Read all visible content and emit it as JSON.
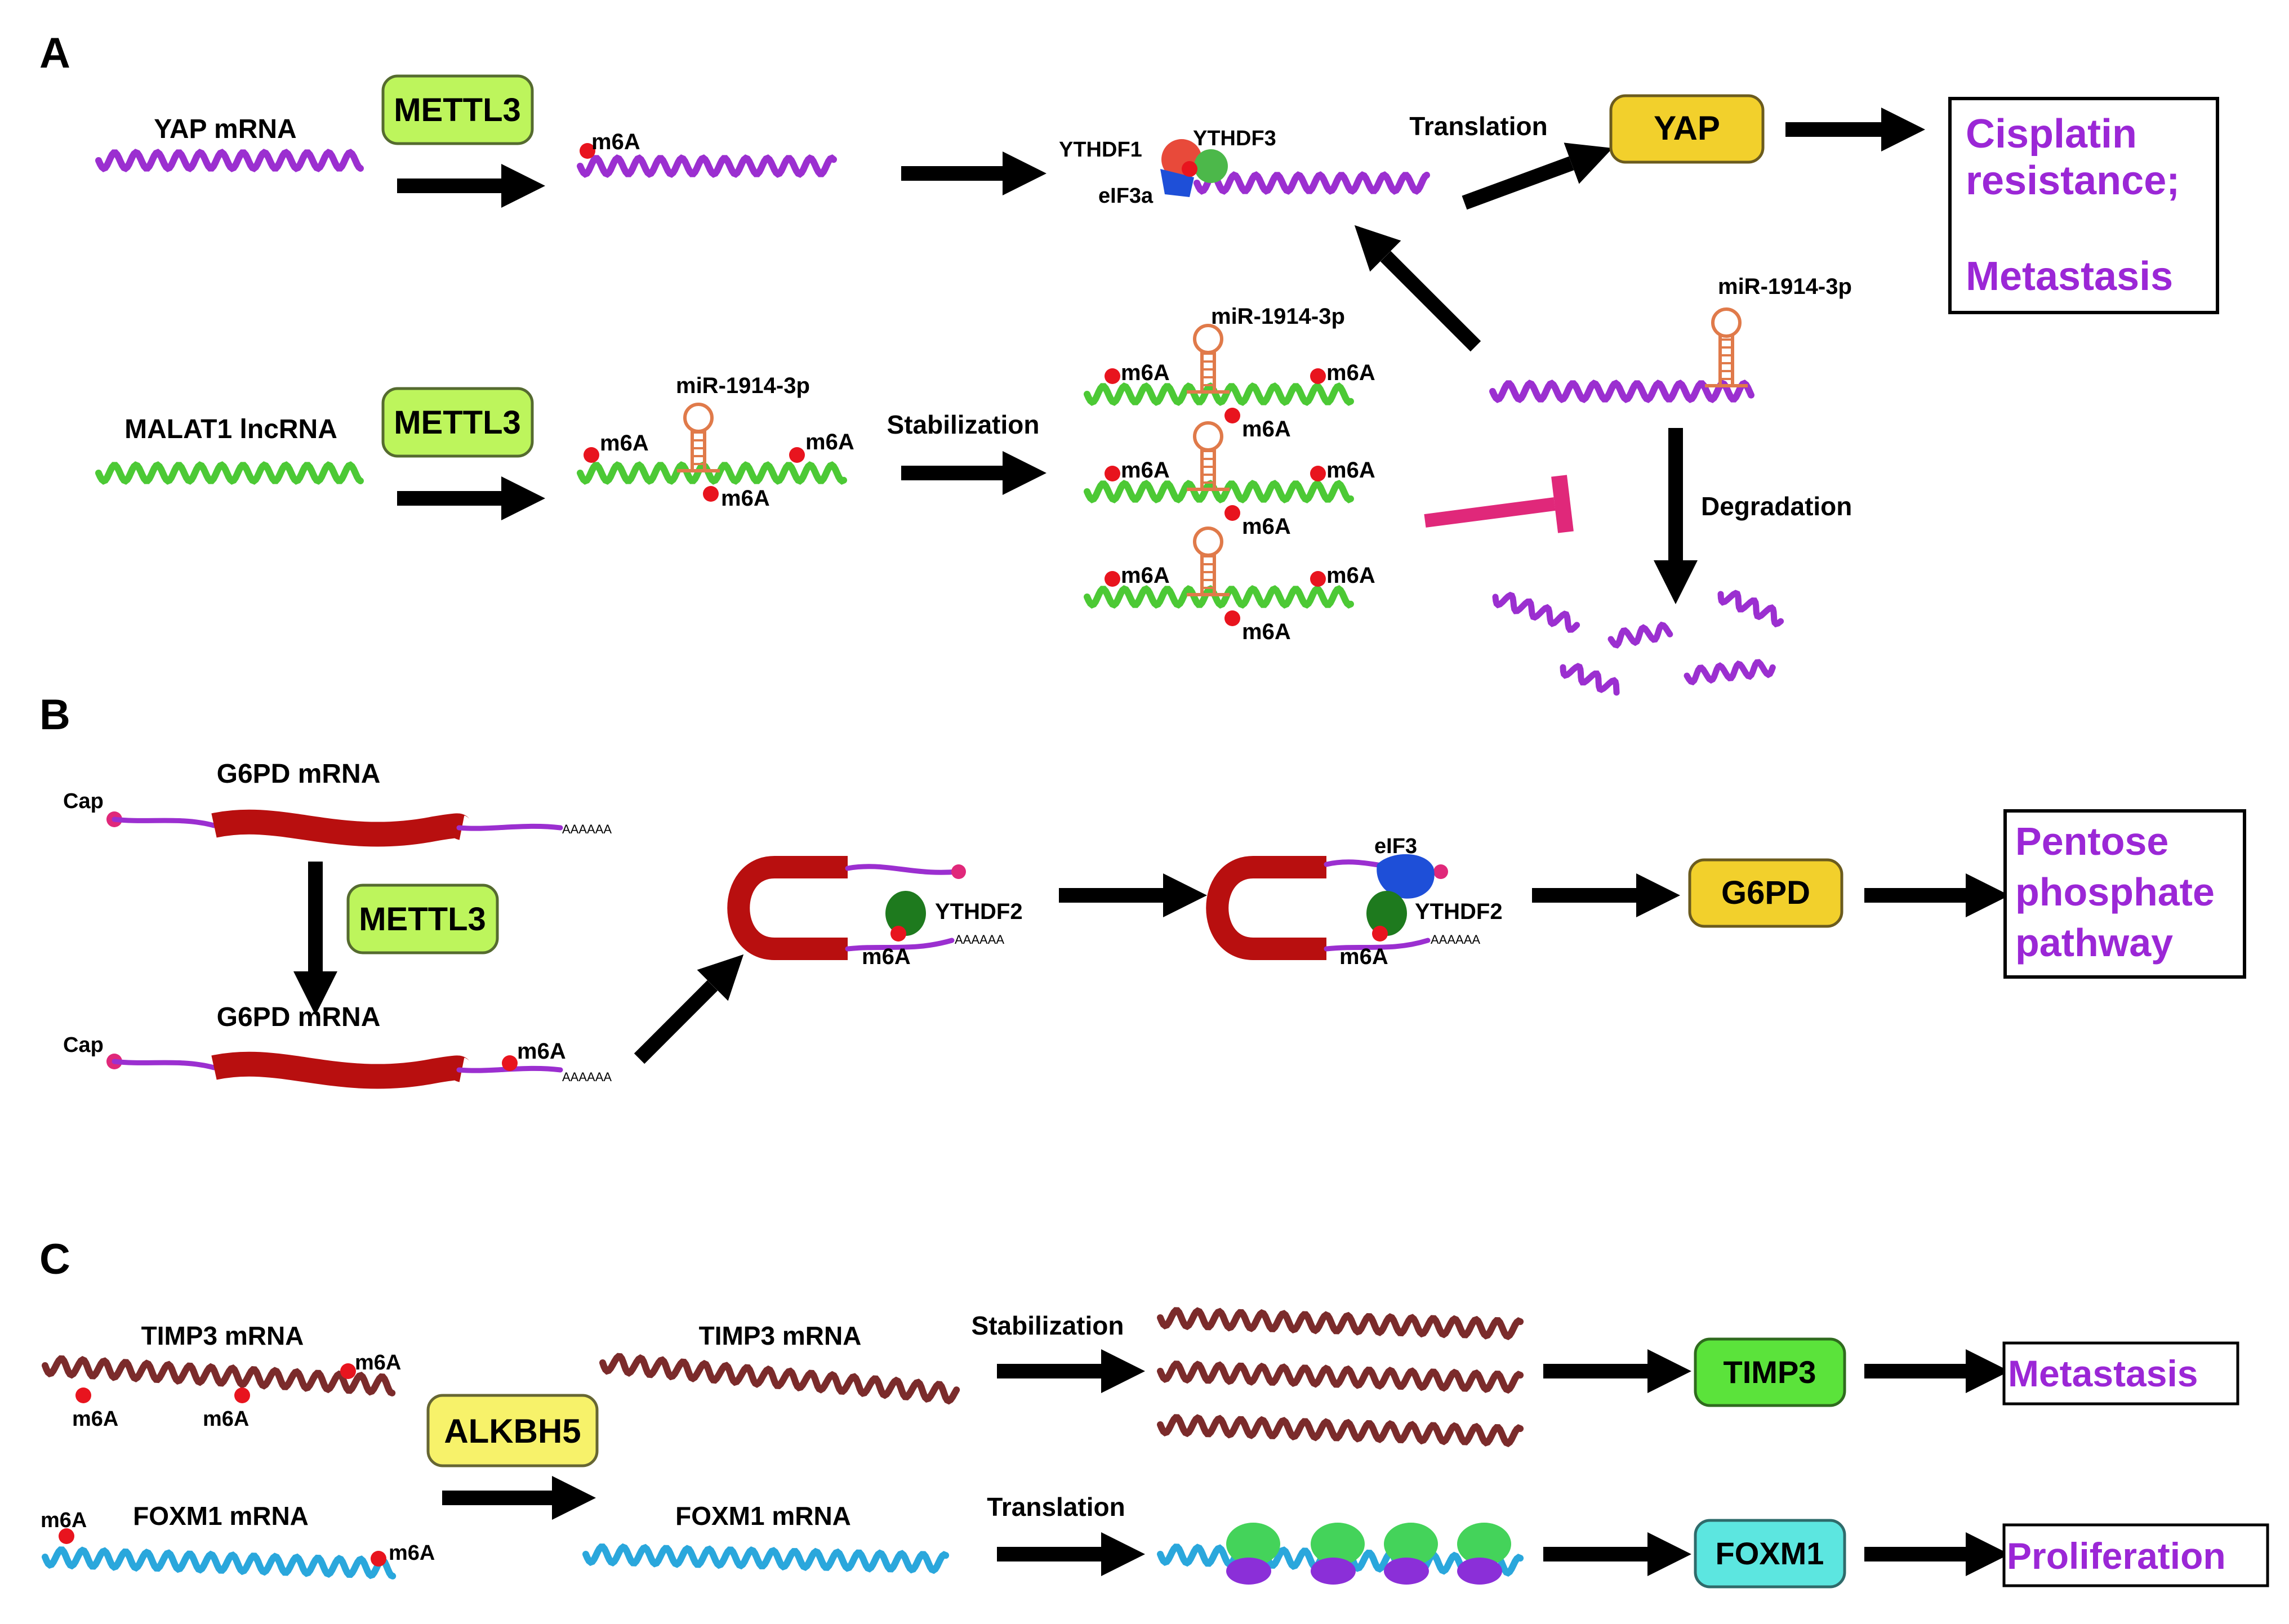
{
  "panels": {
    "a": {
      "letter": "A",
      "yap_mrna": "YAP mRNA",
      "mettl3": "METTL3",
      "m6a": "m6A",
      "ythdf1": "YTHDF1",
      "ythdf3": "YTHDF3",
      "eif3a": "eIF3a",
      "translation": "Translation",
      "yap": "YAP",
      "outcome_lines": [
        "Cisplatin",
        "resistance;",
        "Metastasis"
      ],
      "malat1": "MALAT1 lncRNA",
      "mir": "miR-1914-3p",
      "stabilization": "Stabilization",
      "degradation": "Degradation"
    },
    "b": {
      "letter": "B",
      "cap": "Cap",
      "g6pd_mrna": "G6PD mRNA",
      "polya": "AAAAAA",
      "mettl3": "METTL3",
      "m6a": "m6A",
      "ythdf2": "YTHDF2",
      "eif3": "eIF3",
      "g6pd": "G6PD",
      "outcome_lines": [
        "Pentose",
        "phosphate",
        "pathway"
      ]
    },
    "c": {
      "letter": "C",
      "timp3_mrna": "TIMP3 mRNA",
      "foxm1_mrna": "FOXM1 mRNA",
      "m6a": "m6A",
      "alkbh5": "ALKBH5",
      "stabilization": "Stabilization",
      "translation": "Translation",
      "timp3": "TIMP3",
      "foxm1": "FOXM1",
      "metastasis": "Metastasis",
      "proliferation": "Proliferation"
    }
  },
  "colors": {
    "yap_rna": "#9B2FD0",
    "lncrna": "#4CC935",
    "g6pd_body": "#B80F0F",
    "timp3_rna": "#7B2B2B",
    "foxm1_rna": "#2AA7DC",
    "m6a_dot": "#E8141E",
    "enzyme_fill": "#BDF55C",
    "protein_fill": "#F2D02C",
    "timp3_fill": "#5BE33B",
    "foxm1_fill": "#5CE6E0",
    "outcome_text": "#9B27D6",
    "inhibit": "#E0287A",
    "hairpin": "#E07A4A"
  }
}
